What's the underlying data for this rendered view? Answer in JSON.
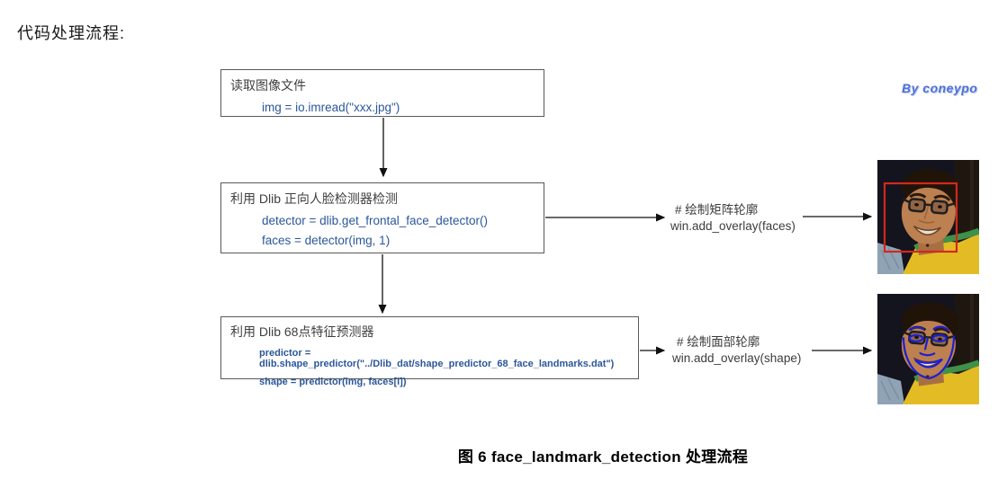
{
  "page": {
    "heading": "代码处理流程:",
    "watermark": "By coneypo",
    "caption": "图 6 face_landmark_detection 处理流程"
  },
  "flowchart": {
    "boxes": [
      {
        "title": "读取图像文件",
        "code": [
          "img = io.imread(\"xxx.jpg\")"
        ]
      },
      {
        "title": "利用 Dlib 正向人脸检测器检测",
        "code": [
          "detector = dlib.get_frontal_face_detector()",
          "faces = detector(img, 1)"
        ]
      },
      {
        "title": "利用 Dlib 68点特征预测器",
        "code": [
          "predictor = dlib.shape_predictor(\"../Dlib_dat/shape_predictor_68_face_landmarks.dat\")",
          "shape = predictor(img, faces[i])"
        ]
      }
    ],
    "annotations": [
      {
        "comment": "# 绘制矩阵轮廓",
        "code": "win.add_overlay(faces)"
      },
      {
        "comment": "# 绘制面部轮廓",
        "code": "win.add_overlay(shape)"
      }
    ],
    "images": [
      {
        "name": "face-detection-result",
        "overlay": "red-rectangle"
      },
      {
        "name": "face-landmarks-result",
        "overlay": "blue-landmarks"
      }
    ]
  },
  "colors": {
    "code_blue": "#2B579A",
    "text_dark": "#3f3f3f",
    "watermark_blue": "#4d6fd6",
    "overlay_red": "#d2281e",
    "overlay_blue": "#1c1fd6",
    "arrow": "#111111"
  }
}
